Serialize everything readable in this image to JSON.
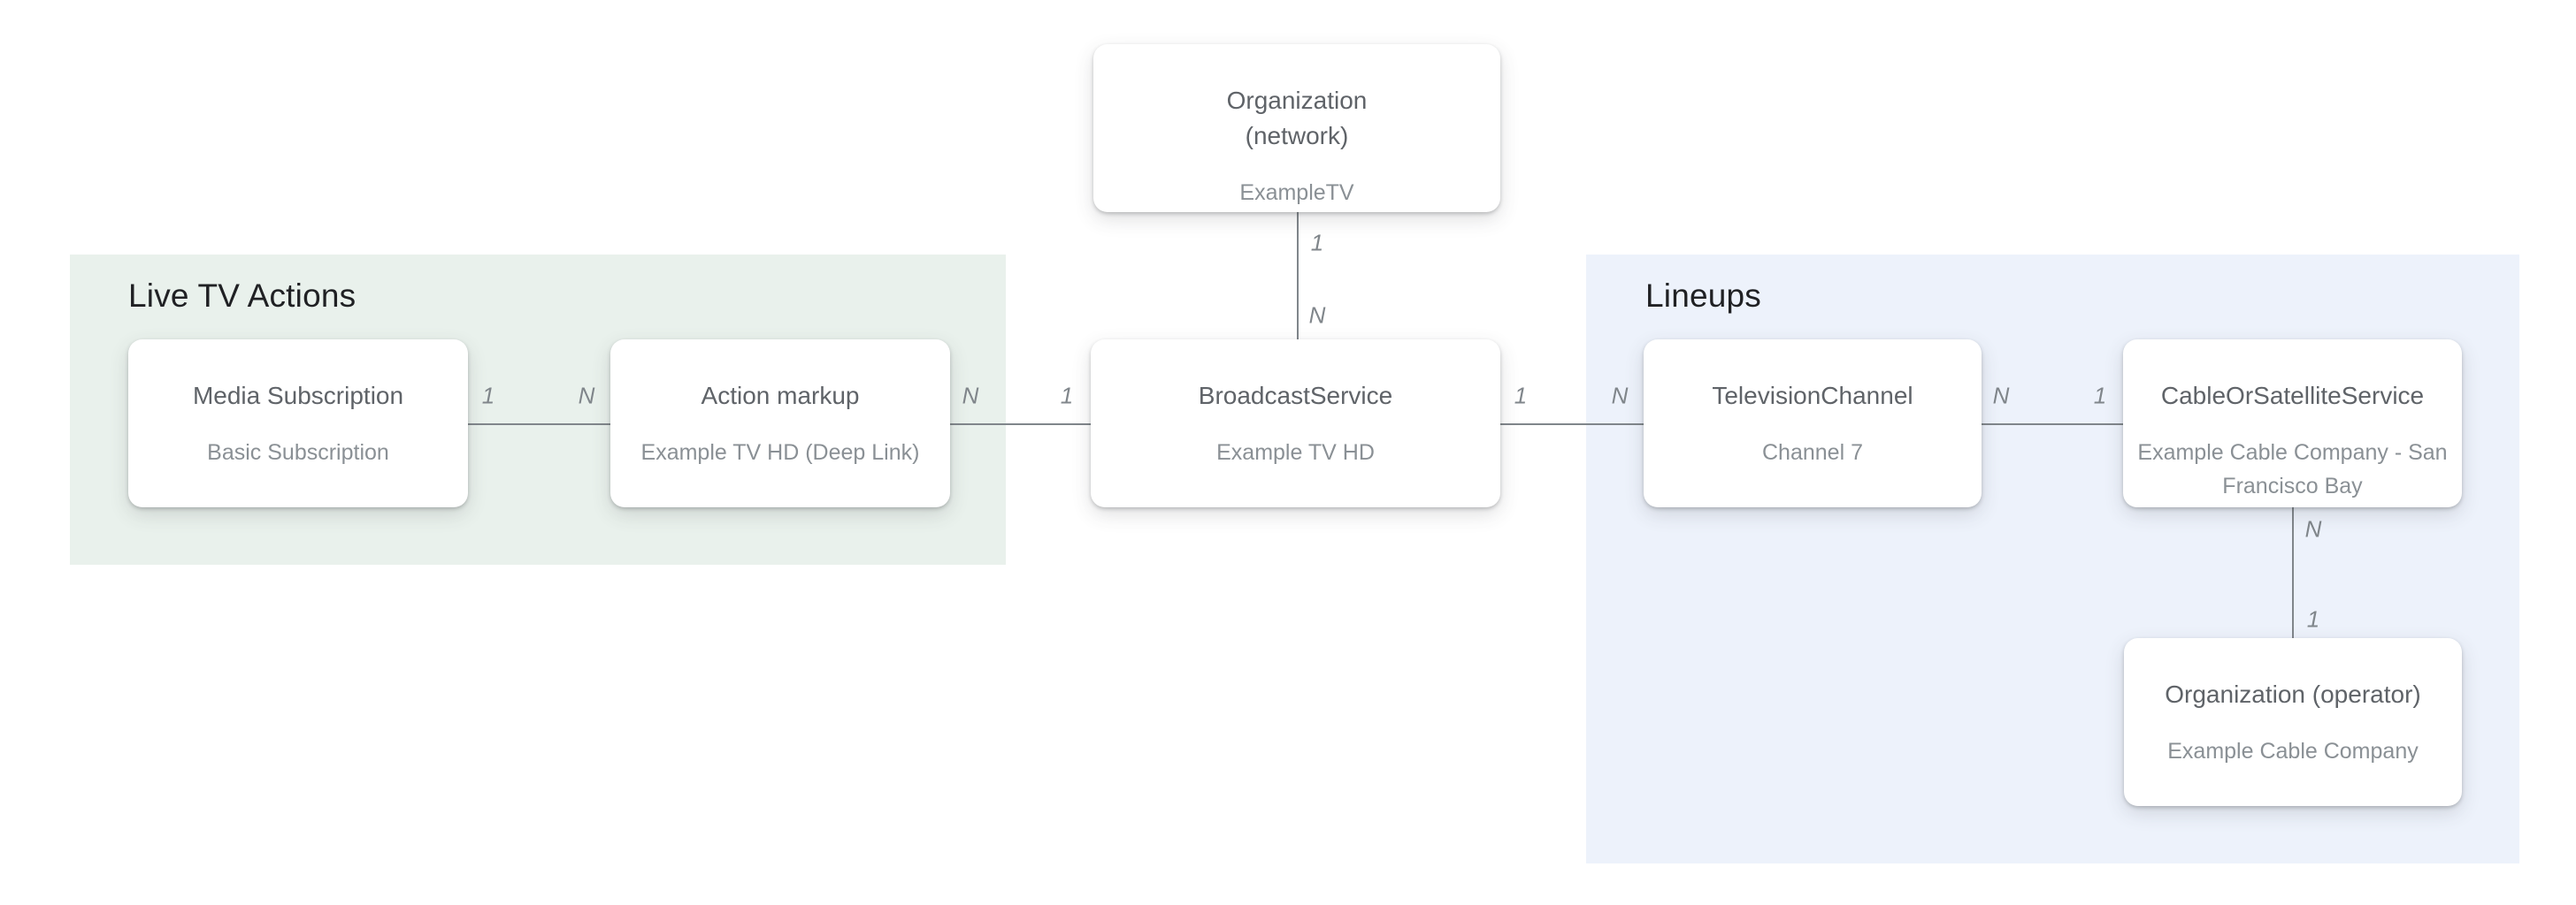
{
  "diagram": {
    "groups": [
      {
        "label": "Live TV Actions"
      },
      {
        "label": "Lineups"
      }
    ],
    "nodes": {
      "network": {
        "title": "Organization (network)",
        "subtitle": "ExampleTV"
      },
      "media_subscription": {
        "title": "Media Subscription",
        "subtitle": "Basic Subscription"
      },
      "action_markup": {
        "title": "Action markup",
        "subtitle": "Example TV HD (Deep Link)"
      },
      "broadcast_service": {
        "title": "BroadcastService",
        "subtitle": "Example TV HD"
      },
      "television_channel": {
        "title": "TelevisionChannel",
        "subtitle": "Channel 7"
      },
      "cable_or_satellite": {
        "title": "CableOrSatelliteService",
        "subtitle": "Example Cable Company - San Francisco Bay"
      },
      "operator": {
        "title": "Organization (operator)",
        "subtitle": "Example Cable Company"
      }
    },
    "cardinalities": {
      "media_action": {
        "near_media": "1",
        "near_action": "N"
      },
      "action_broadcast": {
        "near_action": "N",
        "near_broadcast": "1"
      },
      "network_broadcast": {
        "near_network": "1",
        "near_broadcast": "N"
      },
      "broadcast_tv": {
        "near_broadcast": "1",
        "near_tv": "N"
      },
      "tv_cable": {
        "near_tv": "N",
        "near_cable": "1"
      },
      "cable_operator": {
        "near_cable": "N",
        "near_operator": "1"
      }
    },
    "colors": {
      "live_tv_bg": "#e9f1ec",
      "lineups_bg": "#edf2fb",
      "connector": "#80868b",
      "title": "#5f6368",
      "subtitle": "#8a9095",
      "header": "#202124"
    }
  }
}
